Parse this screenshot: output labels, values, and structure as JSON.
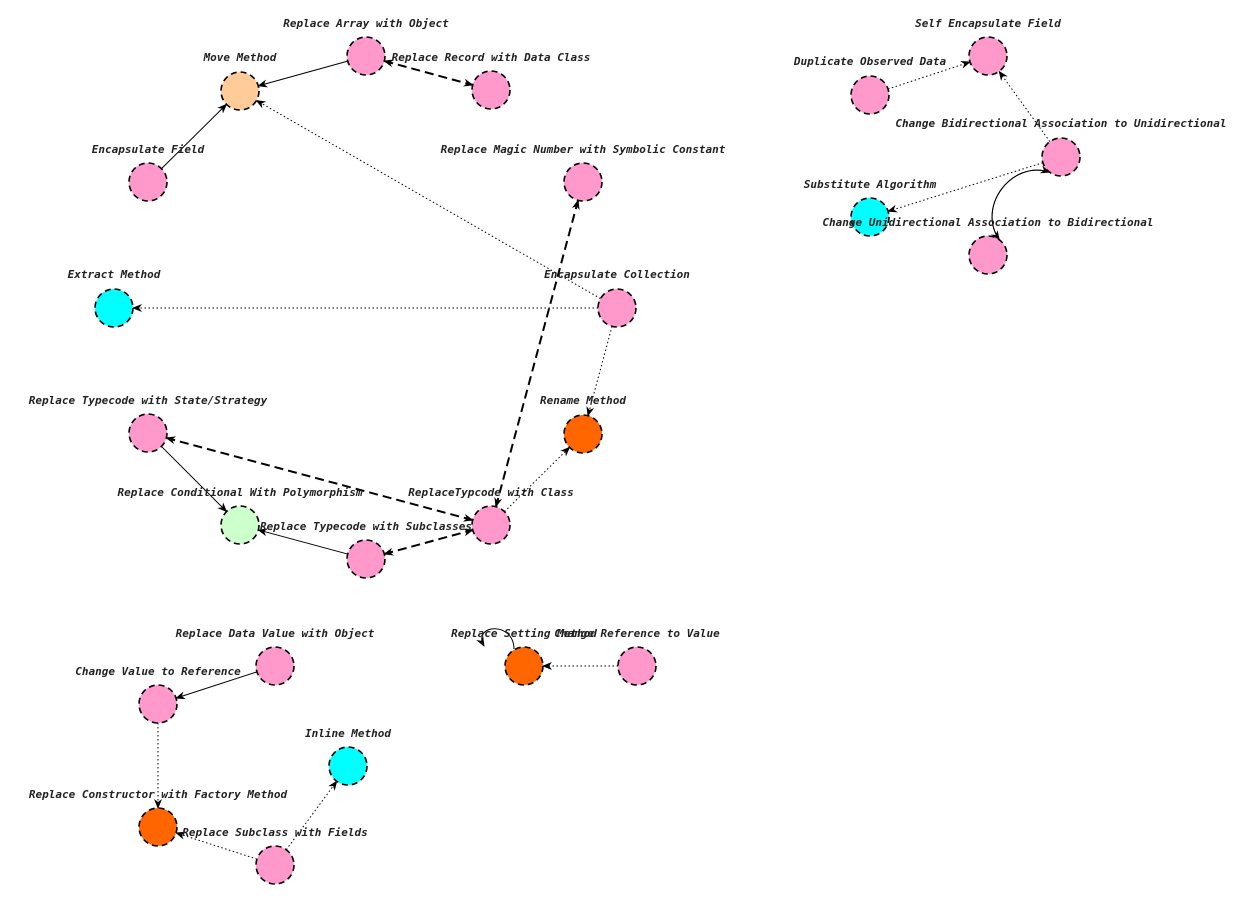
{
  "diagram": {
    "colors": {
      "pink": "#ff99cc",
      "peach": "#ffcc99",
      "cyan": "#00ffff",
      "orange": "#ff6600",
      "mint": "#ccffcc"
    },
    "nodes": [
      {
        "id": "move-method",
        "label": "Move Method",
        "color": "peach"
      },
      {
        "id": "replace-array-with-object",
        "label": "Replace Array with Object",
        "color": "pink"
      },
      {
        "id": "replace-record-with-data-class",
        "label": "Replace Record with Data Class",
        "color": "pink"
      },
      {
        "id": "encapsulate-field",
        "label": "Encapsulate Field",
        "color": "pink"
      },
      {
        "id": "replace-magic-number",
        "label": "Replace Magic Number with Symbolic Constant",
        "color": "pink"
      },
      {
        "id": "extract-method",
        "label": "Extract Method",
        "color": "cyan"
      },
      {
        "id": "encapsulate-collection",
        "label": "Encapsulate Collection",
        "color": "pink"
      },
      {
        "id": "rename-method",
        "label": "Rename Method",
        "color": "orange"
      },
      {
        "id": "replace-typecode-with-state-strategy",
        "label": "Replace Typecode with State/Strategy",
        "color": "pink"
      },
      {
        "id": "replace-conditional-with-polymorphism",
        "label": "Replace Conditional With Polymorphism",
        "color": "mint"
      },
      {
        "id": "replace-typecode-with-class",
        "label": "ReplaceTypcode with Class",
        "color": "pink"
      },
      {
        "id": "replace-typecode-with-subclasses",
        "label": "Replace Typecode with Subclasses",
        "color": "pink"
      },
      {
        "id": "self-encapsulate-field",
        "label": "Self Encapsulate Field",
        "color": "pink"
      },
      {
        "id": "duplicate-observed-data",
        "label": "Duplicate Observed Data",
        "color": "pink"
      },
      {
        "id": "change-bidirectional-to-unidirectional",
        "label": "Change Bidirectional Association to Unidirectional",
        "color": "pink"
      },
      {
        "id": "substitute-algorithm",
        "label": "Substitute Algorithm",
        "color": "cyan"
      },
      {
        "id": "change-unidirectional-to-bidirectional",
        "label": "Change Unidirectional Association to Bidirectional",
        "color": "pink"
      },
      {
        "id": "replace-data-value-with-object",
        "label": "Replace Data Value with Object",
        "color": "pink"
      },
      {
        "id": "change-value-to-reference",
        "label": "Change Value to Reference",
        "color": "pink"
      },
      {
        "id": "replace-constructor-with-factory-method",
        "label": "Replace Constructor with Factory Method",
        "color": "orange"
      },
      {
        "id": "inline-method",
        "label": "Inline Method",
        "color": "cyan"
      },
      {
        "id": "replace-subclass-with-fields",
        "label": "Replace Subclass with Fields",
        "color": "pink"
      },
      {
        "id": "remove-setting-method",
        "label": "Replace Setting Method",
        "color": "orange"
      },
      {
        "id": "change-reference-to-value",
        "label": "Change Reference to Value",
        "color": "pink"
      }
    ],
    "edges": [
      {
        "from": "replace-array-with-object",
        "to": "move-method",
        "style": "solid",
        "arrow": "end"
      },
      {
        "from": "replace-array-with-object",
        "to": "replace-record-with-data-class",
        "style": "dashed",
        "arrow": "both"
      },
      {
        "from": "encapsulate-field",
        "to": "move-method",
        "style": "solid",
        "arrow": "end"
      },
      {
        "from": "encapsulate-collection",
        "to": "move-method",
        "style": "dotted",
        "arrow": "end"
      },
      {
        "from": "encapsulate-collection",
        "to": "extract-method",
        "style": "dotted",
        "arrow": "end"
      },
      {
        "from": "encapsulate-collection",
        "to": "rename-method",
        "style": "dotted",
        "arrow": "end"
      },
      {
        "from": "replace-typecode-with-class",
        "to": "replace-magic-number",
        "style": "dashed",
        "arrow": "both"
      },
      {
        "from": "replace-typecode-with-class",
        "to": "rename-method",
        "style": "dotted",
        "arrow": "end"
      },
      {
        "from": "replace-typecode-with-state-strategy",
        "to": "replace-typecode-with-class",
        "style": "dashed",
        "arrow": "both"
      },
      {
        "from": "replace-typecode-with-state-strategy",
        "to": "replace-conditional-with-polymorphism",
        "style": "solid",
        "arrow": "end"
      },
      {
        "from": "replace-typecode-with-subclasses",
        "to": "replace-conditional-with-polymorphism",
        "style": "solid",
        "arrow": "end"
      },
      {
        "from": "replace-typecode-with-subclasses",
        "to": "replace-typecode-with-class",
        "style": "dashed",
        "arrow": "both"
      },
      {
        "from": "duplicate-observed-data",
        "to": "self-encapsulate-field",
        "style": "dotted",
        "arrow": "end"
      },
      {
        "from": "change-bidirectional-to-unidirectional",
        "to": "self-encapsulate-field",
        "style": "dotted",
        "arrow": "end"
      },
      {
        "from": "change-bidirectional-to-unidirectional",
        "to": "substitute-algorithm",
        "style": "dotted",
        "arrow": "end"
      },
      {
        "from": "change-bidirectional-to-unidirectional",
        "to": "change-unidirectional-to-bidirectional",
        "style": "solid",
        "arrow": "end",
        "curve": "right"
      },
      {
        "from": "change-unidirectional-to-bidirectional",
        "to": "change-bidirectional-to-unidirectional",
        "style": "solid",
        "arrow": "end",
        "curve": "left"
      },
      {
        "from": "replace-data-value-with-object",
        "to": "change-value-to-reference",
        "style": "solid",
        "arrow": "end"
      },
      {
        "from": "change-value-to-reference",
        "to": "replace-constructor-with-factory-method",
        "style": "dotted",
        "arrow": "end"
      },
      {
        "from": "replace-subclass-with-fields",
        "to": "replace-constructor-with-factory-method",
        "style": "dotted",
        "arrow": "end"
      },
      {
        "from": "replace-subclass-with-fields",
        "to": "inline-method",
        "style": "dotted",
        "arrow": "end"
      },
      {
        "from": "change-reference-to-value",
        "to": "remove-setting-method",
        "style": "dotted",
        "arrow": "end"
      },
      {
        "from": "remove-setting-method",
        "to": "remove-setting-method",
        "style": "solid",
        "arrow": "end",
        "self_loop": true
      }
    ]
  }
}
